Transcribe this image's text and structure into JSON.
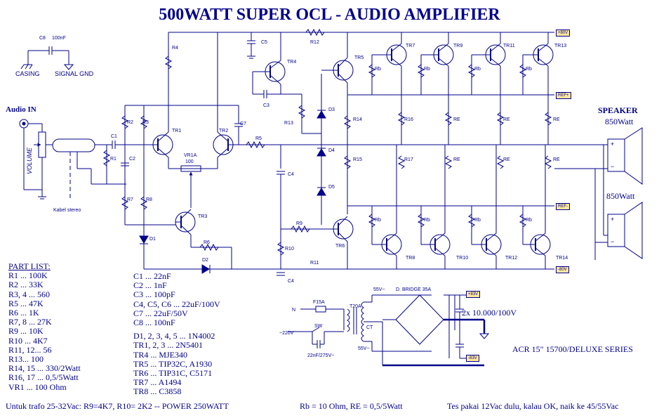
{
  "title": "500WATT SUPER OCL - AUDIO AMPLIFIER",
  "input": {
    "casing": "CASING",
    "signal_gnd": "SIGNAL GND",
    "c8_label": "C8",
    "c8_value": "100nF",
    "audio_in": "Audio IN",
    "volume": "VOLUME",
    "cable": "Kabel stereo"
  },
  "speaker": {
    "title": "SPEAKER",
    "watt1": "850Watt",
    "watt2": "850Watt",
    "plus": "+",
    "minus": "−"
  },
  "component_labels": {
    "R1": "R1",
    "R2": "R2",
    "R3": "R3",
    "R4": "R4",
    "R5": "R5",
    "R6": "R6",
    "R7": "R7",
    "R8": "R8",
    "R9": "R9",
    "R10": "R10",
    "R11": "R11",
    "R12": "R12",
    "R13": "R13",
    "R14": "R14",
    "R15": "R15",
    "R16": "R16",
    "R17": "R17",
    "C1": "C1",
    "C2": "C2",
    "C3": "C3",
    "C4a": "C4",
    "C4b": "C4",
    "C5": "C5",
    "C7": "C7",
    "D1": "D1",
    "D2": "D2",
    "D3": "D3",
    "D4": "D4",
    "D5": "D5",
    "TR1": "TR1",
    "TR2": "TR2",
    "TR3": "TR3",
    "TR4": "TR4",
    "TR5": "TR5",
    "TR6": "TR6",
    "TR7": "TR7",
    "TR8": "TR8",
    "TR9": "TR9",
    "TR10": "TR10",
    "TR11": "TR11",
    "TR12": "TR12",
    "TR13": "TR13",
    "TR14": "TR14",
    "VR1A": "VR1A",
    "VR1A_val": "100",
    "Rb": "Rb",
    "RE": "RE"
  },
  "rails": {
    "plus80": "+80V",
    "minus80": "-80V",
    "ref_plus": "REF+",
    "ref_minus": "REF-",
    "plus83": "+83V",
    "minus83": "-83V"
  },
  "psu": {
    "n": "N",
    "ac220": "~220V",
    "fuse": "F15A",
    "sw": "SW",
    "cap_sw": "22nF/275V~",
    "transformer": "T20A",
    "ct": "CT",
    "v55a": "55V~",
    "v55b": "55V~",
    "bridge": "D. BRIDGE 35A",
    "filter": "2x 10.000/100V"
  },
  "series": "ACR 15\" 15700/DELUXE SERIES",
  "part_list": {
    "heading": "PART LIST:",
    "left": [
      "R1 ... 100K",
      "R2 ... 33K",
      "R3, 4 ... 560",
      "R5 ... 47K",
      "R6 ... 1K",
      "R7, 8 ... 27K",
      "R9 ... 10K",
      "R10 ... 4K7",
      "R11, 12... 56",
      "R13... 100",
      "R14, 15 ... 330/2Watt",
      "R16, 17 ... 0,5/5Watt",
      "VR1 ... 100 Ohm"
    ],
    "middle": [
      "C1 ... 22nF",
      "C2 ... 1nF",
      "C3 ... 100pF",
      "C4, C5, C6 ... 22uF/100V",
      "C7 ... 22uF/50V",
      "C8 ... 100nF",
      "",
      "D1, 2, 3, 4, 5 ... 1N4002",
      "TR1, 2, 3 ... 2N5401",
      "TR4 ... MJE340",
      "TR5 ... TIP32C, A1930",
      "TR6 ... TIP31C, C5171",
      "TR7 ... A1494",
      "TR8 ... C3858"
    ]
  },
  "footer": {
    "trafo": "Untuk trafo 25-32Vac: R9=4K7, R10= 2K2 -- POWER 250WATT",
    "rb": "Rb = 10 Ohm, RE = 0,5/5Watt",
    "tes": "Tes pakai 12Vac dulu, kalau OK, naik ke 45/55Vac"
  }
}
